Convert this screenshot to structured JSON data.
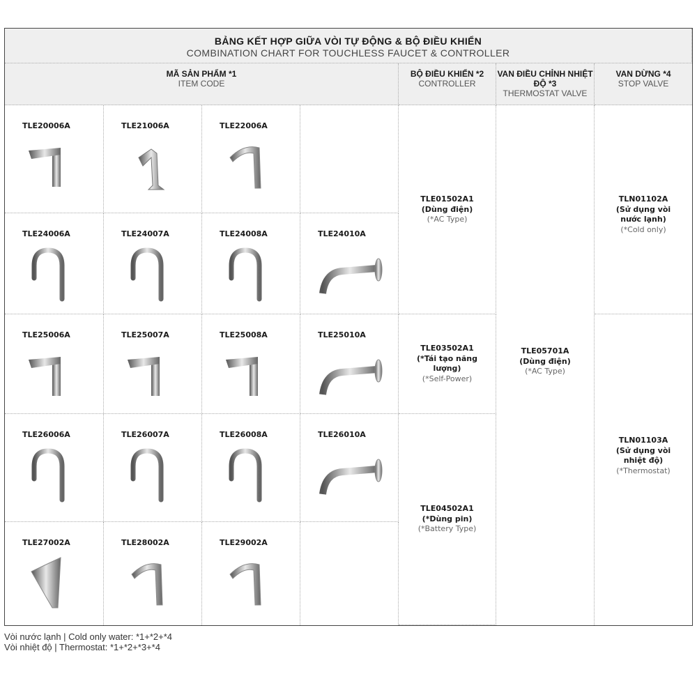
{
  "title": {
    "vi": "BẢNG KẾT HỢP GIỮA VÒI TỰ ĐỘNG & BỘ ĐIỀU KHIỂN",
    "en": "COMBINATION CHART FOR TOUCHLESS FAUCET & CONTROLLER"
  },
  "headers": {
    "item": {
      "vi": "MÃ SẢN PHẨM *1",
      "en": "ITEM CODE"
    },
    "controller": {
      "vi": "BỘ ĐIỀU KHIỂN *2",
      "en": "CONTROLLER"
    },
    "thermostat": {
      "vi": "VAN ĐIỀU CHỈNH NHIỆT ĐỘ *3",
      "en": "THERMOSTAT VALVE"
    },
    "stop": {
      "vi": "VAN DỪNG *4",
      "en": "STOP VALVE"
    }
  },
  "products": [
    {
      "code": "TLE20006A",
      "shape": "square"
    },
    {
      "code": "TLE21006A",
      "shape": "bent"
    },
    {
      "code": "TLE22006A",
      "shape": "arc"
    },
    null,
    {
      "code": "TLE24006A",
      "shape": "goose"
    },
    {
      "code": "TLE24007A",
      "shape": "goose"
    },
    {
      "code": "TLE24008A",
      "shape": "goose"
    },
    {
      "code": "TLE24010A",
      "shape": "wall"
    },
    {
      "code": "TLE25006A",
      "shape": "square"
    },
    {
      "code": "TLE25007A",
      "shape": "square"
    },
    {
      "code": "TLE25008A",
      "shape": "square"
    },
    {
      "code": "TLE25010A",
      "shape": "wall"
    },
    {
      "code": "TLE26006A",
      "shape": "goose"
    },
    {
      "code": "TLE26007A",
      "shape": "goose"
    },
    {
      "code": "TLE26008A",
      "shape": "goose"
    },
    {
      "code": "TLE26010A",
      "shape": "wall"
    },
    {
      "code": "TLE27002A",
      "shape": "cone"
    },
    {
      "code": "TLE28002A",
      "shape": "arc"
    },
    {
      "code": "TLE29002A",
      "shape": "arc"
    },
    null
  ],
  "controllers": [
    {
      "code": "TLE01502A1",
      "vi": "(Dùng điện)",
      "en": "(*AC Type)"
    },
    {
      "code": "TLE03502A1",
      "vi": "(*Tái tạo năng lượng)",
      "en": "(*Self-Power)"
    },
    {
      "code": "TLE04502A1",
      "vi": "(*Dùng pin)",
      "en": "(*Battery Type)"
    }
  ],
  "thermostat": {
    "code": "TLE05701A",
    "vi": "(Dùng điện)",
    "en": "(*AC Type)"
  },
  "stop_valves": [
    {
      "code": "TLN01102A",
      "vi": "(Sử dụng vòi nước lạnh)",
      "en": "(*Cold only)"
    },
    {
      "code": "TLN01103A",
      "vi": "(Sử dụng vòi nhiệt độ)",
      "en": "(*Thermostat)"
    }
  ],
  "notes": [
    "Vòi nước lạnh | Cold only water: *1+*2+*4",
    "Vòi nhiệt độ | Thermostat: *1+*2+*3+*4"
  ]
}
